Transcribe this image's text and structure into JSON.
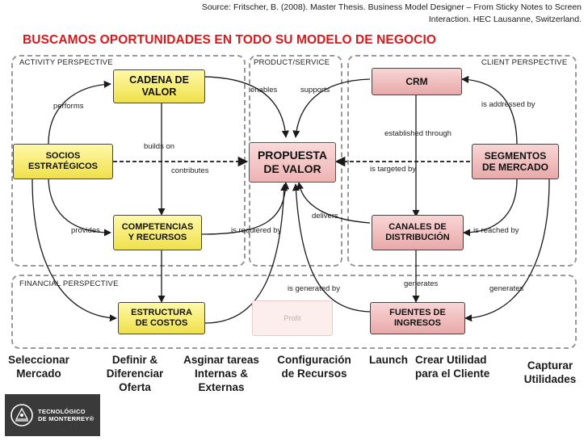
{
  "source": "Source: Fritscher, B. (2008). Master Thesis. Business Model Designer – From Sticky Notes to Screen Interaction. HEC Lausanne, Switzerland.",
  "title": "BUSCAMOS OPORTUNIDADES EN TODO SU MODELO DE NEGOCIO",
  "perspectives": {
    "activity": "ACTIVITY PERSPECTIVE",
    "product": "PRODUCT/SERVICE",
    "client": "CLIENT PERSPECTIVE",
    "financial": "FINANCIAL PERSPECTIVE"
  },
  "boxes": {
    "cadena": "CADENA DE\nVALOR",
    "crm": "CRM",
    "socios": "SOCIOS\nESTRATÉGICOS",
    "propuesta": "PROPUESTA\nDE VALOR",
    "segmentos": "SEGMENTOS\nDE MERCADO",
    "competencias": "COMPETENCIAS\nY RECURSOS",
    "canales": "CANALES DE\nDISTRIBUCIÓN",
    "estructura": "ESTRUCTURA\nDE COSTOS",
    "profit": "Profit",
    "fuentes": "FUENTES DE\nINGRESOS"
  },
  "relations": {
    "performs": "performs",
    "enables": "enables",
    "supports": "supports",
    "is_addressed_by": "is addressed by",
    "established_through": "established through",
    "builds_on": "builds on",
    "contributes": "contributes",
    "is_targeted_by": "is targeted by",
    "delivers": "delivers",
    "provides": "provides",
    "is_required_by": "is requiered by",
    "is_reached_by": "is reached by",
    "generates_canales": "generates",
    "generates_segmentos": "generates",
    "is_generated_by": "is generated by"
  },
  "steps": [
    "Seleccionar\nMercado",
    "Definir &\nDiferenciar\nOferta",
    "Asginar tareas\nInternas &\nExternas",
    "Configuración\nde Recursos",
    "Launch",
    "Crear Utilidad\npara el Cliente",
    "Capturar\nUtilidades"
  ],
  "logo": {
    "text": "TECNOLÓGICO\nDE MONTERREY®",
    "icon": "tec-monterrey-seal-icon"
  },
  "colors": {
    "title": "#d8181a",
    "yellow_box": "#f3e65a",
    "pink_box": "#eeb3b3",
    "arrow": "#1a1a1a"
  }
}
